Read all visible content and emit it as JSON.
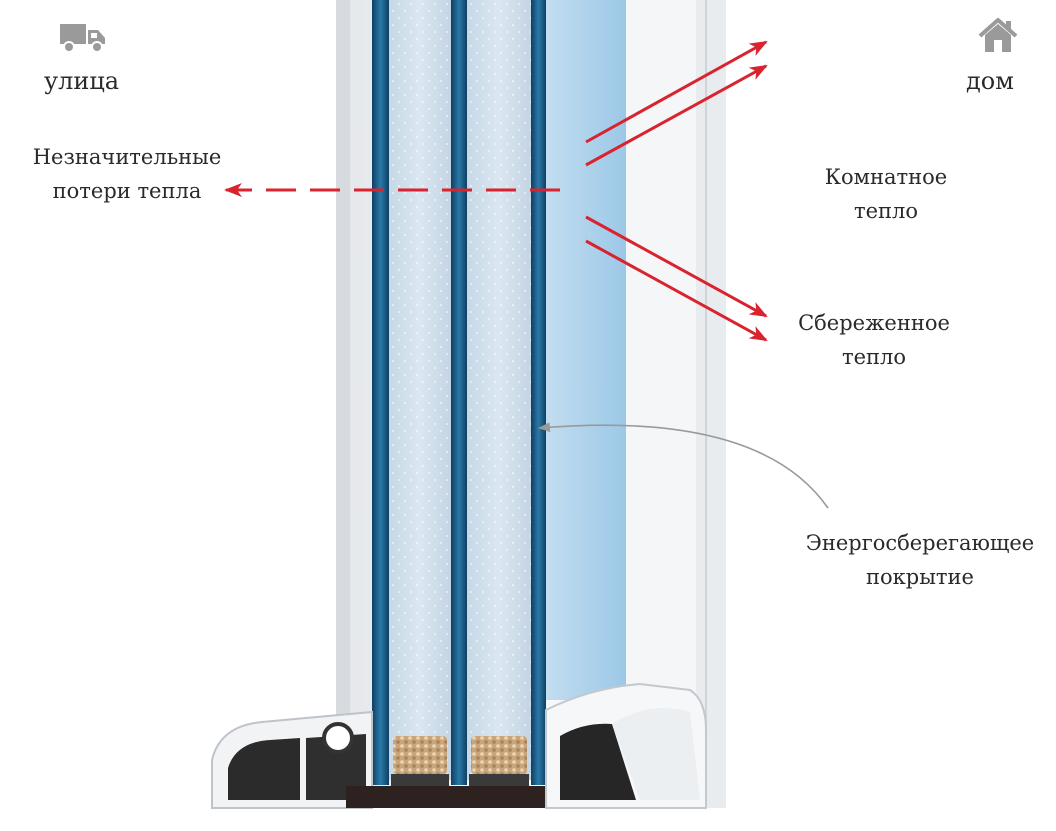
{
  "header": {
    "street_label": "улица",
    "home_label": "дом",
    "street_icon": "truck-icon",
    "home_icon": "house-icon"
  },
  "annotations": {
    "heat_loss": [
      "Незначительные",
      "потери тепла"
    ],
    "room_heat": [
      "Комнатное",
      "тепло"
    ],
    "saved_heat": [
      "Сбереженное",
      "тепло"
    ],
    "coating": [
      "Энергосберегающее",
      "покрытие"
    ]
  },
  "colors": {
    "arrow_red": "#d9232e",
    "glass_blue": "#1a5b86",
    "icon_gray": "#9a9a9a",
    "text": "#2a2a2a"
  }
}
